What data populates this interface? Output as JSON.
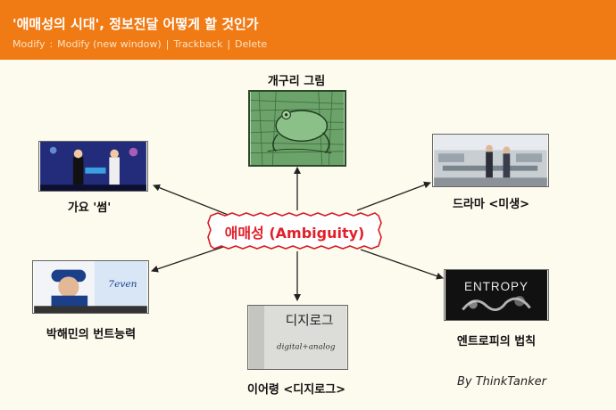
{
  "post": {
    "title": "'애매성의 시대', 정보전달 어떻게 할 것인가",
    "actions": [
      "Modify",
      "Modify (new window)",
      "Trackback",
      "Delete"
    ]
  },
  "diagram": {
    "center": "애매성 (Ambiguity)",
    "nodes": {
      "frog": "개구리 그림",
      "song": "가요 '썸'",
      "drama": "드라마 <미생>",
      "bunt": "박해민의 번트능력",
      "entropy": "엔트로피의 법칙",
      "book": "이어령 <디지로그>"
    },
    "image_text": {
      "entropy_title": "ENTROPY",
      "book_title": "디지로그",
      "book_sub": "digital+analog",
      "jersey": "7even"
    }
  },
  "author": "By ThinkTanker",
  "colors": {
    "header": "#f07a14",
    "background": "#fdfaee",
    "center_text": "#e0202a"
  }
}
